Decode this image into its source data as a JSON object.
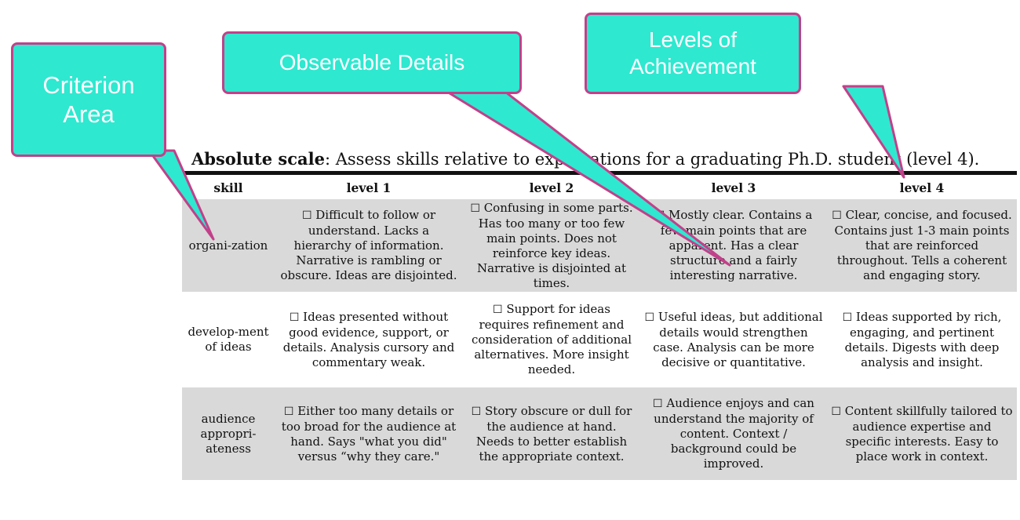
{
  "callouts": {
    "criterion": "Criterion Area",
    "observable": "Observable Details",
    "levels": "Levels of Achievement",
    "fill_color": "#2ee8d0",
    "border_color": "#c2408a"
  },
  "heading": {
    "bold": "Absolute scale",
    "rest": ": Assess skills relative to expectations for a graduating Ph.D. student (level 4)."
  },
  "table": {
    "headers": [
      "skill",
      "level 1",
      "level 2",
      "level 3",
      "level 4"
    ],
    "checkbox": "☐",
    "rows": [
      {
        "skill": "organi-zation",
        "cells": [
          "Difficult to follow or understand. Lacks a hierarchy of information. Narrative is rambling or obscure. Ideas are disjointed.",
          "Confusing in some parts. Has too many or too few main points. Does not reinforce key ideas. Narrative is disjointed at times.",
          "Mostly clear. Contains a few main points that are apparent. Has a clear structure and a fairly interesting narrative.",
          "Clear, concise, and focused. Contains just 1-3 main points that are reinforced throughout. Tells a coherent and engaging story."
        ]
      },
      {
        "skill": "develop-ment of ideas",
        "cells": [
          "Ideas presented without good evidence, support, or details. Analysis cursory and commentary weak.",
          "Support for ideas requires refinement and consideration of additional alternatives. More insight needed.",
          "Useful ideas, but additional details would strengthen case. Analysis can be more decisive or quantitative.",
          "Ideas supported by rich, engaging, and pertinent details. Digests with deep analysis and insight."
        ]
      },
      {
        "skill": "audience appropri-ateness",
        "cells": [
          "Either too many details or too broad for the audience at hand. Says \"what you did\" versus “why they care.\"",
          "Story obscure or dull for the audience at hand. Needs to better establish the appropriate context.",
          "Audience enjoys and can understand the majority of content. Context / background could be improved.",
          "Content skillfully tailored to audience expertise and specific interests.  Easy to place work in context."
        ]
      }
    ]
  }
}
